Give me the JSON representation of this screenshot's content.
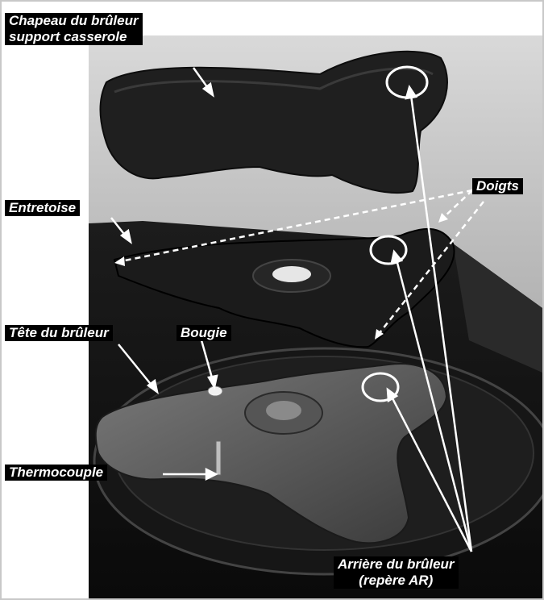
{
  "labels": {
    "chapeau": [
      "Chapeau du brûleur",
      "support casserole"
    ],
    "doigts": "Doigts",
    "entretoise": "Entretoise",
    "tete": "Tête du brûleur",
    "bougie": "Bougie",
    "thermocouple": "Thermocouple",
    "arriere": [
      "Arrière du brûleur",
      "(repère AR)"
    ]
  },
  "colors": {
    "label_bg": "#000000",
    "label_text": "#ffffff",
    "arrow": "#ffffff",
    "border": "#c8c8c8"
  }
}
